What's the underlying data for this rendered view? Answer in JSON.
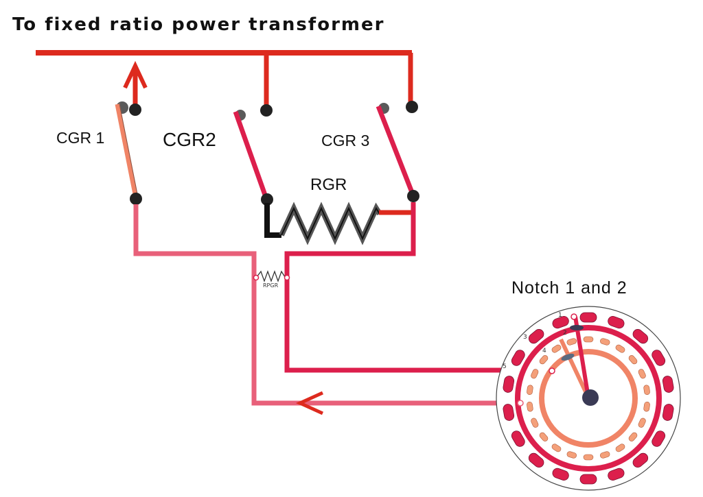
{
  "title": "To fixed ratio power transformer",
  "labels": {
    "cgr1": "CGR 1",
    "cgr2": "CGR2",
    "cgr3": "CGR 3",
    "rgr": "RGR",
    "rpgr": "RPGR",
    "notch": "Notch 1 and  2"
  },
  "dial_numbers": [
    "1",
    "2",
    "3",
    "4",
    "5"
  ],
  "colors": {
    "bus_red": "#dd2a1e",
    "crimson": "#dc1f4c",
    "pink": "#e8607a",
    "salmon": "#f08466",
    "dark": "#111111",
    "grey": "#5a5a5a",
    "navy": "#3a3a55"
  }
}
